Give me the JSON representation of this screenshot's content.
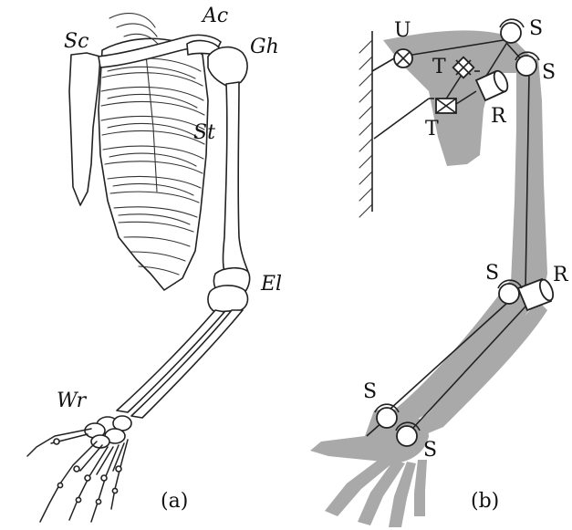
{
  "panel_a": {
    "caption": "(a)",
    "labels": {
      "sc": "Sc",
      "ac": "Ac",
      "gh": "Gh",
      "st": "St",
      "el": "El",
      "wr": "Wr"
    }
  },
  "panel_b": {
    "caption": "(b)",
    "labels": {
      "universal": "U",
      "translational_1": "T",
      "translational_2": "T",
      "revolute_shoulder": "R",
      "revolute_elbow": "R",
      "spherical_clavicle": "S",
      "spherical_shoulder": "S",
      "spherical_elbow": "S",
      "spherical_wrist_1": "S",
      "spherical_wrist_2": "S"
    }
  }
}
